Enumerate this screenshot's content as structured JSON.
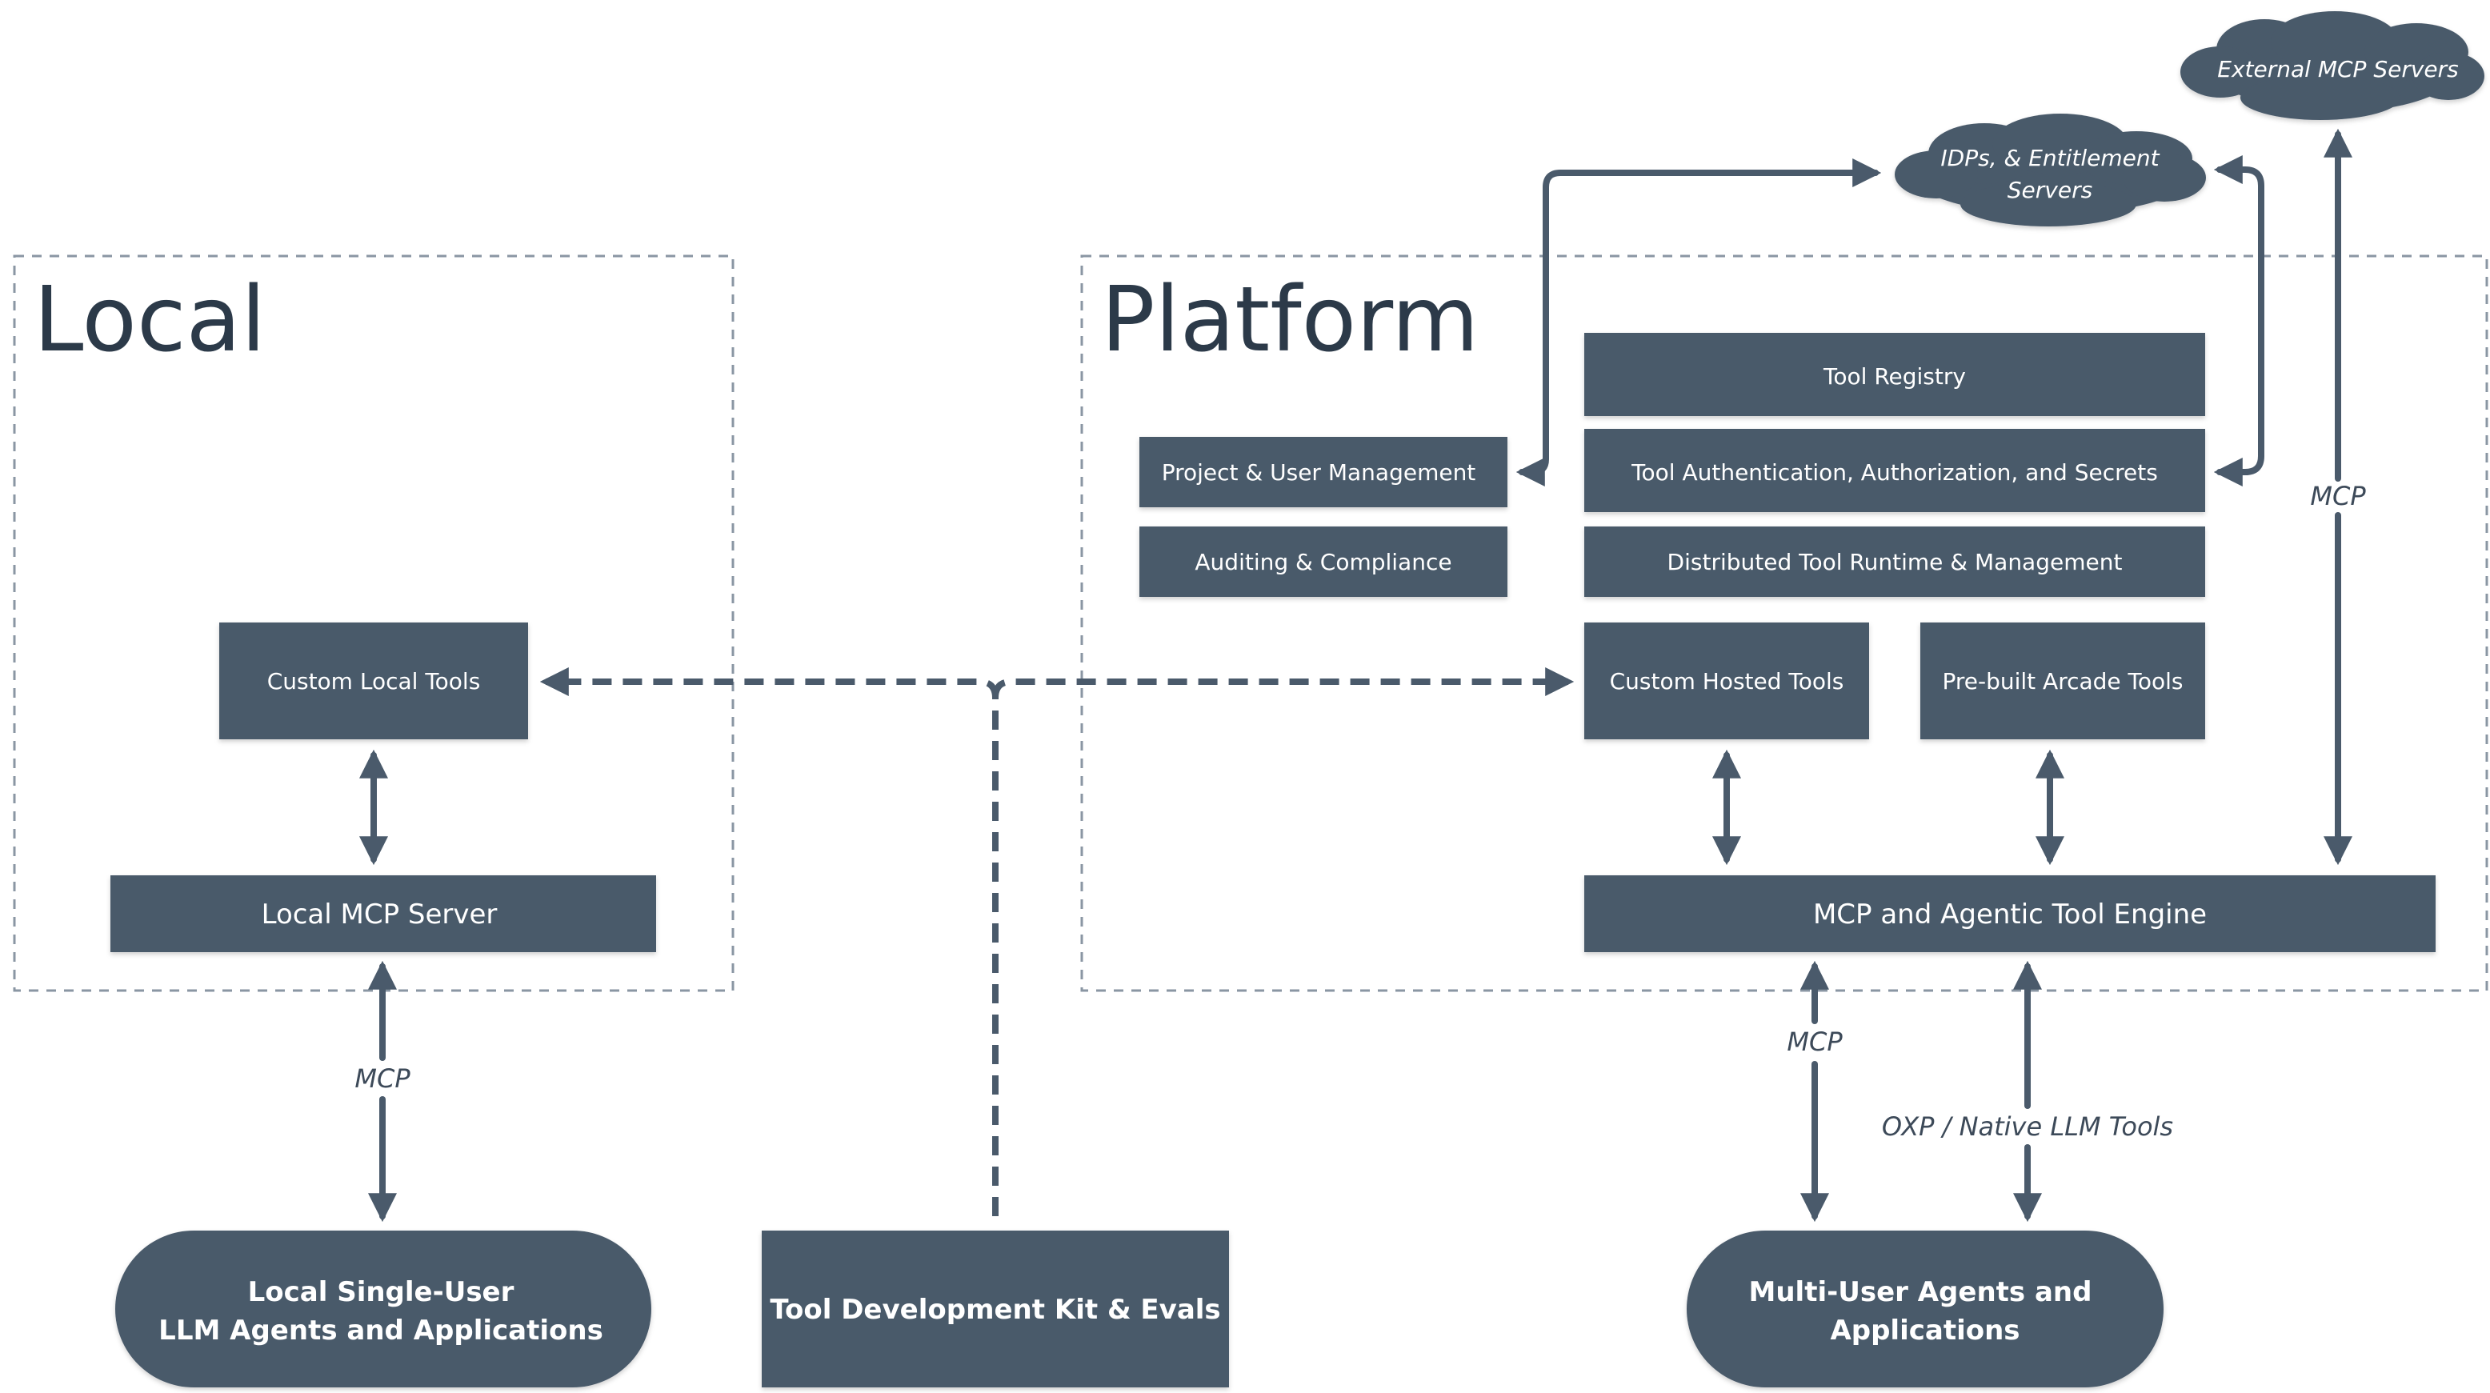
{
  "regions": {
    "local": "Local",
    "platform": "Platform"
  },
  "clouds": {
    "external_mcp": "External MCP Servers",
    "idps_line1": "IDPs, & Entitlement",
    "idps_line2": "Servers"
  },
  "platform_boxes": {
    "tool_registry": "Tool Registry",
    "project_user_mgmt": "Project & User Management",
    "tool_auth": "Tool Authentication, Authorization, and Secrets",
    "auditing": "Auditing & Compliance",
    "distributed_runtime": "Distributed Tool Runtime & Management",
    "custom_hosted": "Custom Hosted Tools",
    "prebuilt_arcade": "Pre-built Arcade Tools",
    "engine": "MCP and Agentic Tool Engine"
  },
  "local_boxes": {
    "custom_local": "Custom Local Tools",
    "local_mcp_server": "Local MCP Server"
  },
  "bottom": {
    "local_agents_line1": "Local Single-User",
    "local_agents_line2": "LLM Agents and Applications",
    "tdk": "Tool Development Kit & Evals",
    "multi_agents_line1": "Multi-User Agents and",
    "multi_agents_line2": "Applications"
  },
  "edge_labels": {
    "mcp_local": "MCP",
    "mcp_external": "MCP",
    "mcp_engine": "MCP",
    "oxp": "OXP / Native LLM Tools"
  },
  "colors": {
    "box_fill": "#4a5a6b",
    "arrow": "#4a5a6b",
    "dashed_border": "#8a96a3",
    "title_text": "#2c3a49"
  }
}
